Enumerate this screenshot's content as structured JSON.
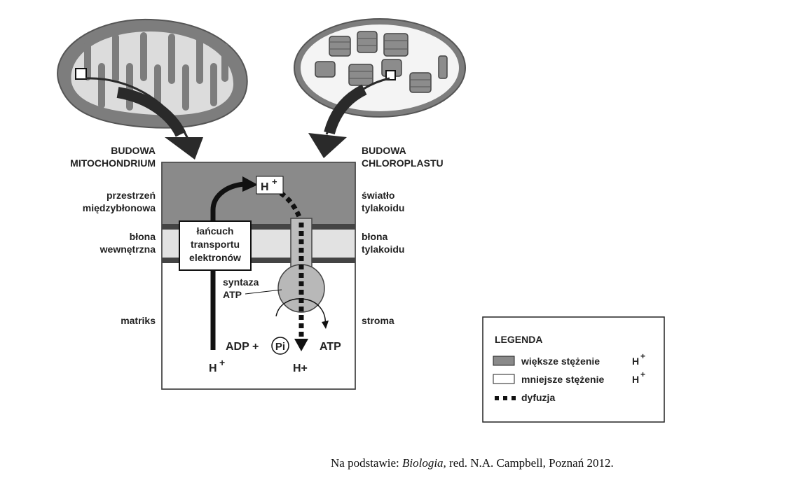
{
  "labels": {
    "mito_title_1": "BUDOWA",
    "mito_title_2": "MITOCHONDRIUM",
    "chloro_title_1": "BUDOWA",
    "chloro_title_2": "CHLOROPLASTU",
    "intermembrane_1": "przestrzeń",
    "intermembrane_2": "międzybłonowa",
    "inner_membrane_1": "błona",
    "inner_membrane_2": "wewnętrzna",
    "matrix": "matriks",
    "lumen_1": "światło",
    "lumen_2": "tylakoidu",
    "thylakoid_membrane_1": "błona",
    "thylakoid_membrane_2": "tylakoidu",
    "stroma": "stroma"
  },
  "center": {
    "etc_1": "łańcuch",
    "etc_2": "transportu",
    "etc_3": "elektronów",
    "synthase_1": "syntaza",
    "synthase_2": "ATP",
    "h_top": "H",
    "h_sup": "+",
    "adp": "ADP +",
    "pi": "Pi",
    "atp": "ATP",
    "h_bottom_left": "H",
    "h_bottom_left_sup": "+",
    "h_bottom_right": "H+"
  },
  "legend": {
    "title": "LEGENDA",
    "higher": "większe stężenie",
    "higher_h": "H",
    "higher_sup": "+",
    "lower": "mniejsze stężenie",
    "lower_h": "H",
    "lower_sup": "+",
    "diffusion": "dyfuzja"
  },
  "source": {
    "prefix": "Na podstawie: ",
    "book": "Biologia,",
    "rest": " red. N.A. Campbell, Poznań 2012."
  },
  "colors": {
    "high_concentration": "#8a8a8a",
    "membrane_band": "#e2e2e2",
    "organelle_fill": "#7d7d7d",
    "outline": "#2a2a2a"
  }
}
